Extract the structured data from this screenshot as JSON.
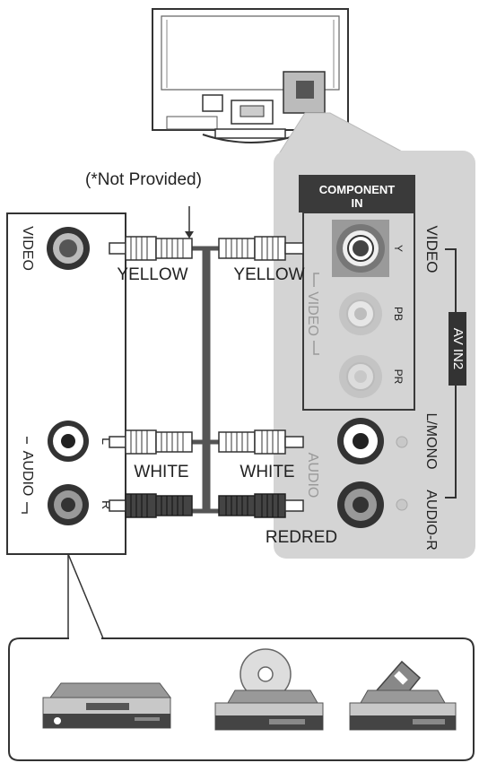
{
  "note": "(*Not Provided)",
  "source_device": {
    "video_label": "VIDEO",
    "audio_label": "AUDIO",
    "l_label": "L",
    "r_label": "R"
  },
  "cables": {
    "yellow_left": "YELLOW",
    "yellow_right": "YELLOW",
    "white_left": "WHITE",
    "white_right": "WHITE",
    "red_label": "REDRED"
  },
  "tv_panel": {
    "component_header_line1": "COMPONENT",
    "component_header_line2": "IN",
    "video_vertical": "VIDEO",
    "inner_video": "VIDEO",
    "y_label": "Y",
    "pb_label": "PB",
    "pr_label": "PR",
    "av_in2": "AV IN2",
    "lmono": "L/MONO",
    "audio_r": "AUDIO-R",
    "inner_audio": "AUDIO"
  },
  "colors": {
    "panel_bg": "#d4d4d4",
    "header_bg": "#3a3a3a",
    "cable": "#555555"
  },
  "devices": [
    "dvd-recorder-icon",
    "dvd-player-icon",
    "vcr-icon"
  ]
}
